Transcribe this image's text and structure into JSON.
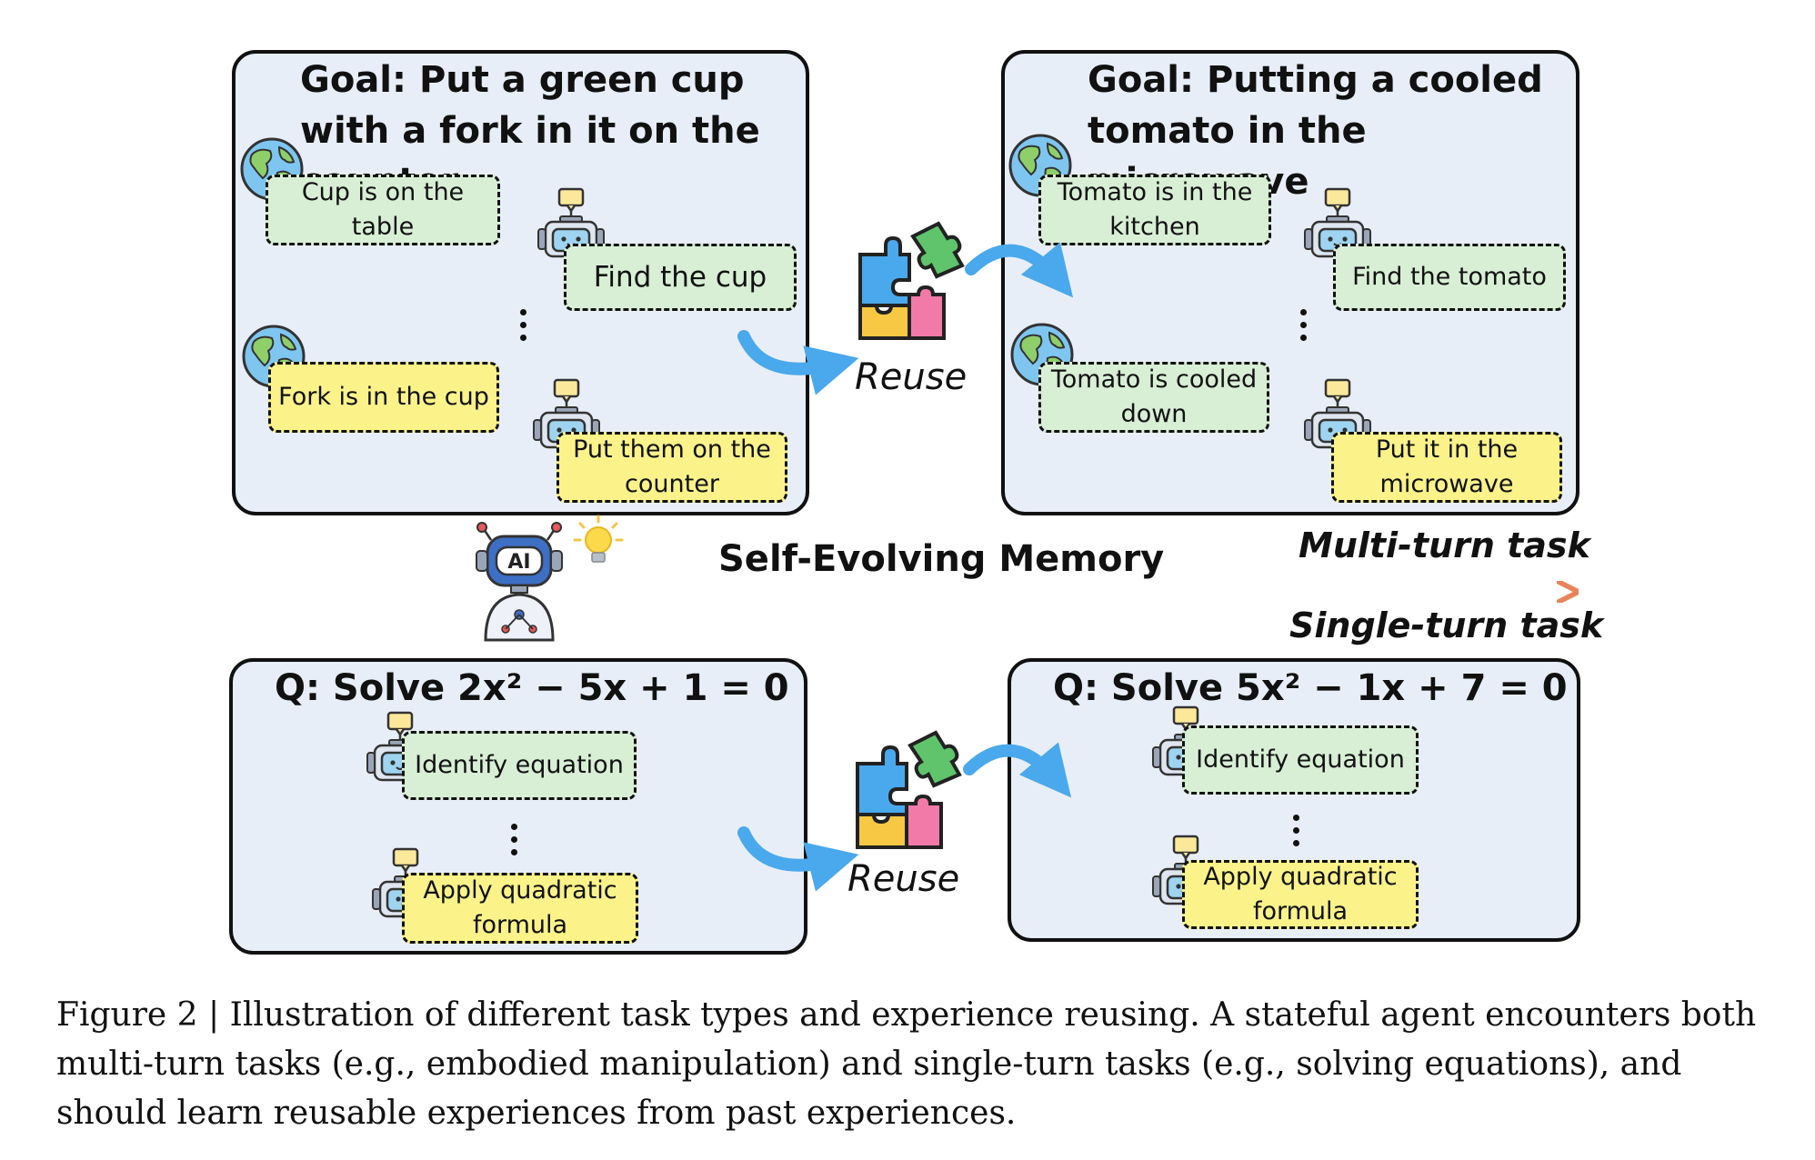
{
  "panels": {
    "top_left": {
      "goal": "Goal: Put a green cup with a fork in it on the counter.",
      "boxes": [
        "Cup is on the table",
        "Find the cup",
        "Fork is in the cup",
        "Put them on the counter"
      ]
    },
    "top_right": {
      "goal": "Goal: Putting a cooled tomato in the microwave",
      "boxes": [
        "Tomato is in the kitchen",
        "Find the tomato",
        "Tomato is cooled down",
        "Put it in the microwave"
      ]
    },
    "bottom_left": {
      "question": "Q: Solve 2x² − 5x + 1 = 0",
      "boxes": [
        "Identify equation",
        "Apply quadratic formula"
      ]
    },
    "bottom_right": {
      "question": "Q: Solve 5x² − 1x + 7 = 0",
      "boxes": [
        "Identify equation",
        "Apply quadratic formula"
      ]
    }
  },
  "reuse_label": "Reuse",
  "memory_label": "Self-Evolving Memory",
  "multi_turn_label": "Multi-turn task",
  "single_turn_label": "Single-turn task",
  "ai_badge": "AI",
  "caption": "Figure 2 | Illustration of different task types and experience reusing. A stateful agent encounters both multi-turn tasks (e.g., embodied manipulation) and single-turn tasks (e.g., solving equations), and should learn reusable experiences from past experiences.",
  "colors": {
    "panel_bg": "#e8eef8",
    "green_box": "#d8efd5",
    "yellow_box": "#fbf38a",
    "arrow_blue": "#4aa8ec",
    "memory_start": "#a9d4f2",
    "memory_end": "#e9845a"
  },
  "icons": [
    "globe-icon",
    "robot-icon",
    "puzzle-icon",
    "curved-arrow-icon",
    "ai-robot-icon",
    "lightbulb-icon"
  ]
}
